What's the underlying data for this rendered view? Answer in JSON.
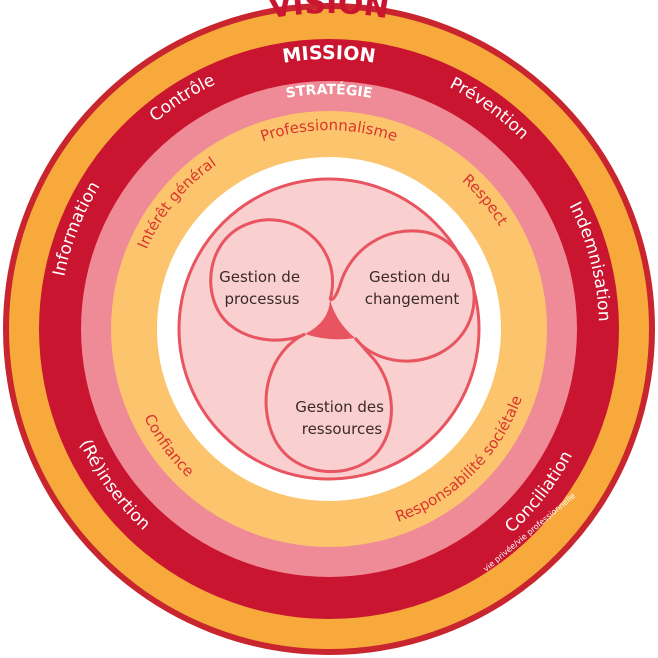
{
  "rings": {
    "vision": {
      "title": "VISION",
      "color": "#f7a93c",
      "border": "#c9252f"
    },
    "mission": {
      "title": "MISSION",
      "color": "#c9152f",
      "items": [
        "Contrôle",
        "Prévention",
        "Information",
        "Indemnisation",
        "(Ré)insertion",
        "Conciliation"
      ],
      "conciliation_sub": "vie privée/vie professionnelle"
    },
    "strategie": {
      "title": "STRATÉGIE",
      "color": "#ef8a97"
    },
    "valeurs": {
      "color": "#fbc46d",
      "items": [
        "Professionnalisme",
        "Respect",
        "Intérêt général",
        "Confiance",
        "Responsabilité sociétale"
      ]
    }
  },
  "core": {
    "fill": "#f9cfcf",
    "stroke": "#e8545f",
    "sections": [
      "Gestion de processus",
      "Gestion du changement",
      "Gestion des ressources"
    ],
    "lines": {
      "processus": [
        "Gestion de",
        "processus"
      ],
      "changement": [
        "Gestion du",
        "changement"
      ],
      "ressources": [
        "Gestion des",
        "ressources"
      ]
    }
  }
}
